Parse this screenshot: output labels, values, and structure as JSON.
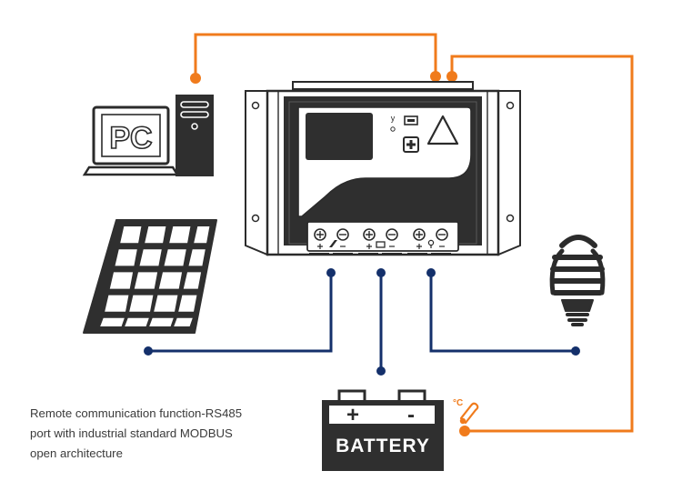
{
  "diagram": {
    "pc_label": "PC",
    "battery_label": "BATTERY",
    "battery_plus": "+",
    "battery_minus": "-",
    "temp_symbol": "°C",
    "caption_lines": [
      "Remote communication function-RS485",
      "port with industrial standard MODBUS",
      "open architecture"
    ],
    "colors": {
      "comm_wire": "#f07b1c",
      "power_wire": "#14306b",
      "outline": "#2b2b2b",
      "panel_fill": "#2f2f2f",
      "text": "#3a3a3a"
    },
    "terminal_icons": [
      "solar-panel-icon",
      "battery-icon",
      "bulb-icon"
    ],
    "icons": [
      "pc-monitor-icon",
      "pc-tower-icon",
      "solar-panel-icon",
      "charge-controller-icon",
      "battery-icon",
      "light-bulb-icon",
      "temperature-sensor-icon",
      "warning-triangle-icon",
      "usb-port-icon",
      "plus-button-icon"
    ]
  }
}
